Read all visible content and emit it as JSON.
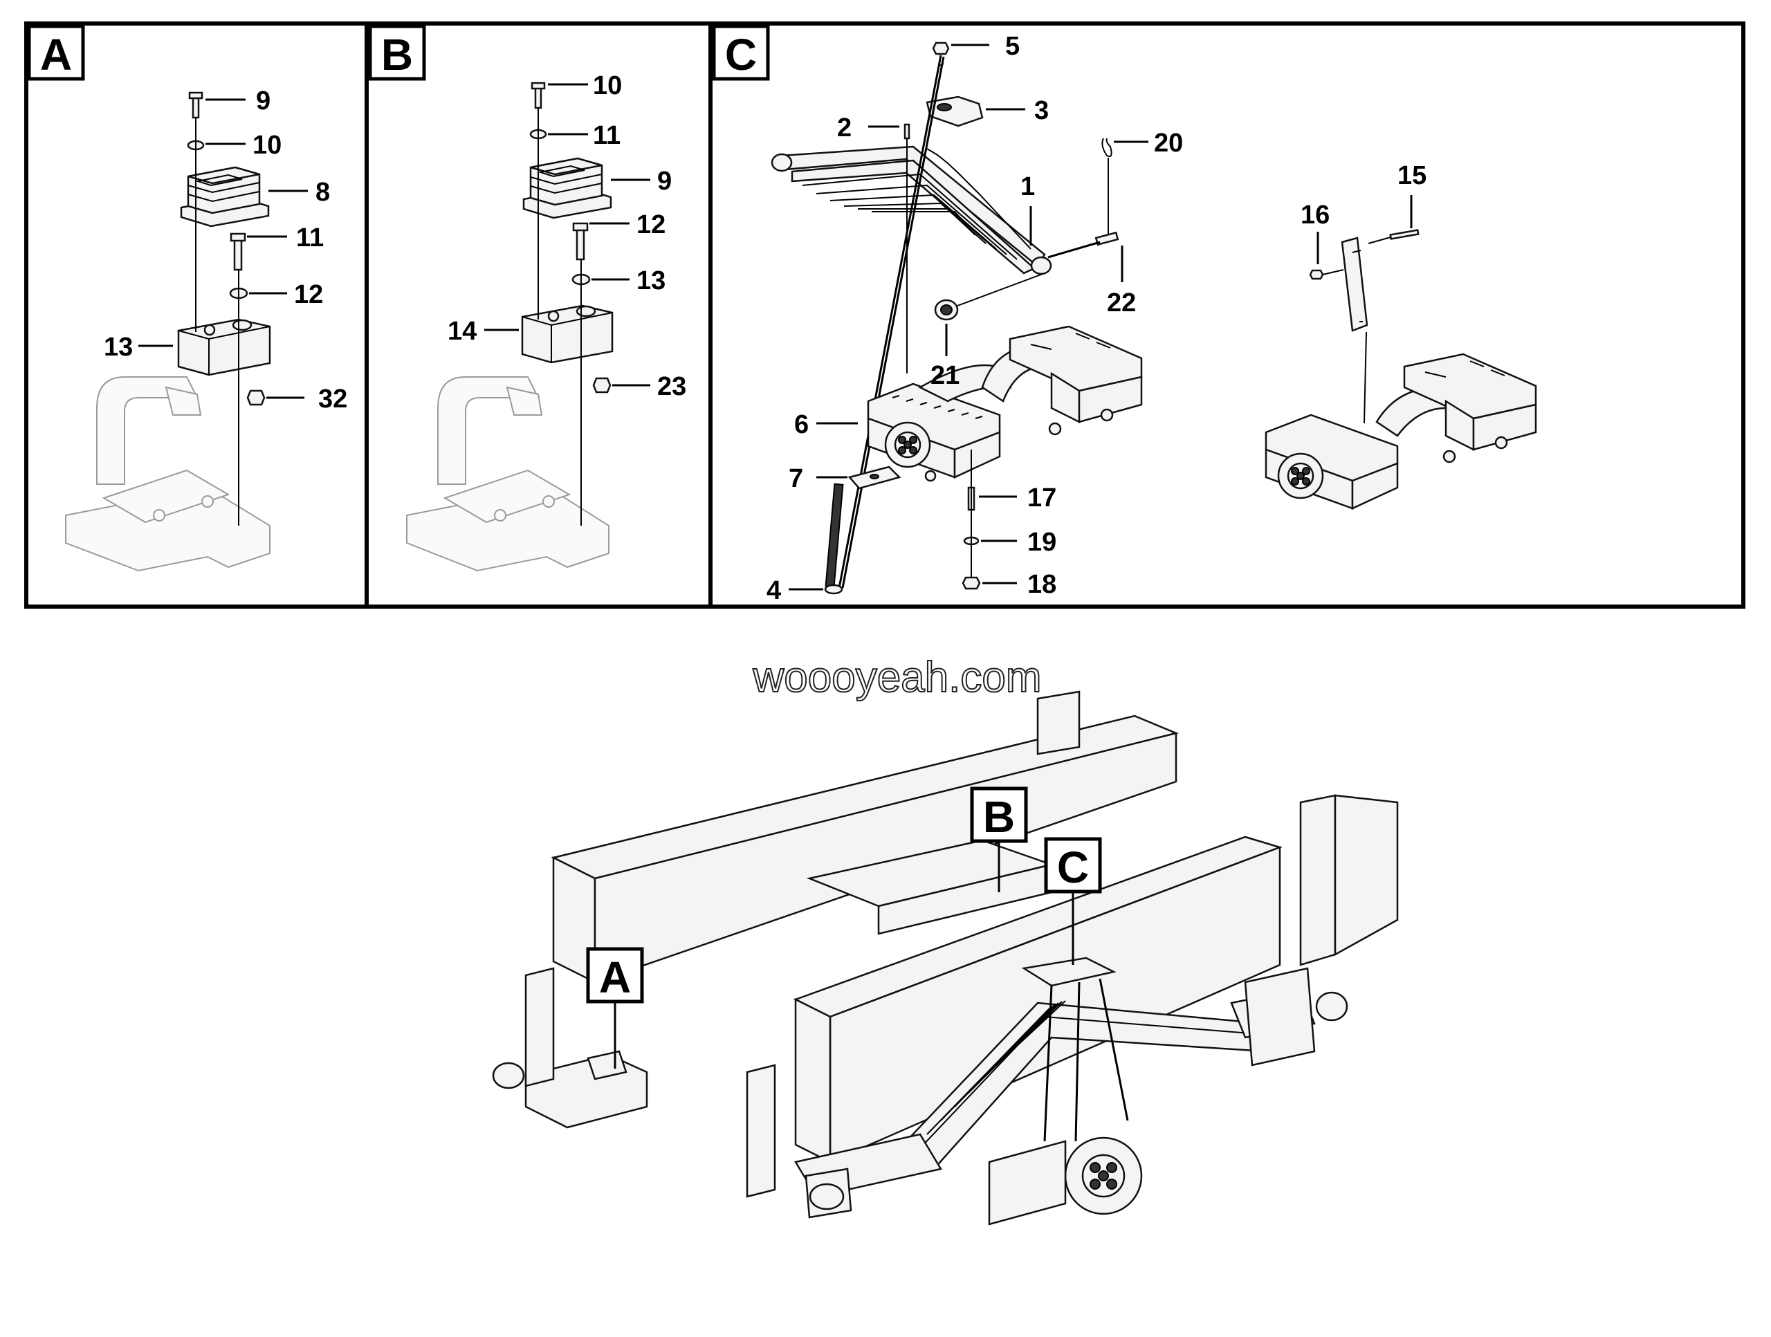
{
  "panels": [
    {
      "id": "A",
      "label": "A",
      "callouts": [
        {
          "label": "9"
        },
        {
          "label": "10"
        },
        {
          "label": "8"
        },
        {
          "label": "11"
        },
        {
          "label": "12"
        },
        {
          "label": "13"
        },
        {
          "label": "32"
        }
      ]
    },
    {
      "id": "B",
      "label": "B",
      "callouts": [
        {
          "label": "10"
        },
        {
          "label": "11"
        },
        {
          "label": "9"
        },
        {
          "label": "12"
        },
        {
          "label": "13"
        },
        {
          "label": "14"
        },
        {
          "label": "23"
        }
      ]
    },
    {
      "id": "C",
      "label": "C",
      "callouts": [
        {
          "label": "5"
        },
        {
          "label": "3"
        },
        {
          "label": "2"
        },
        {
          "label": "20"
        },
        {
          "label": "1"
        },
        {
          "label": "15"
        },
        {
          "label": "16"
        },
        {
          "label": "22"
        },
        {
          "label": "21"
        },
        {
          "label": "6"
        },
        {
          "label": "7"
        },
        {
          "label": "17"
        },
        {
          "label": "19"
        },
        {
          "label": "4"
        },
        {
          "label": "18"
        }
      ]
    }
  ],
  "watermark": "woooyeah.com",
  "overview": {
    "tags": [
      {
        "label": "A"
      },
      {
        "label": "B"
      },
      {
        "label": "C"
      }
    ]
  }
}
